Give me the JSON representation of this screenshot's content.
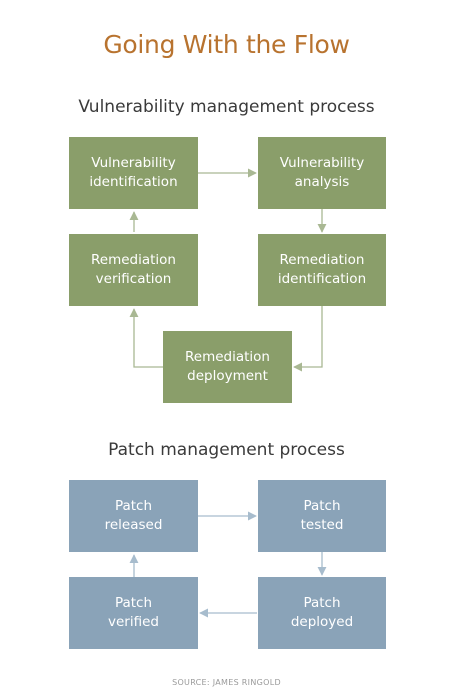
{
  "title": "Going With the Flow",
  "vulnerability": {
    "heading": "Vulnerability management process",
    "steps": {
      "identification": "Vulnerability\nidentification",
      "analysis": "Vulnerability\nanalysis",
      "remediation_identification": "Remediation\nidentification",
      "remediation_deployment": "Remediation\ndeployment",
      "remediation_verification": "Remediation\nverification"
    }
  },
  "patch": {
    "heading": "Patch management process",
    "steps": {
      "released": "Patch\nreleased",
      "tested": "Patch\ntested",
      "deployed": "Patch\ndeployed",
      "verified": "Patch\nverified"
    }
  },
  "source": "SOURCE: JAMES RINGOLD",
  "colors": {
    "title": "#b8732f",
    "vulnerability_box": "#8a9e6a",
    "patch_box": "#8aa3b8",
    "vulnerability_arrow": "#a9b893",
    "patch_arrow": "#a7bccd"
  }
}
